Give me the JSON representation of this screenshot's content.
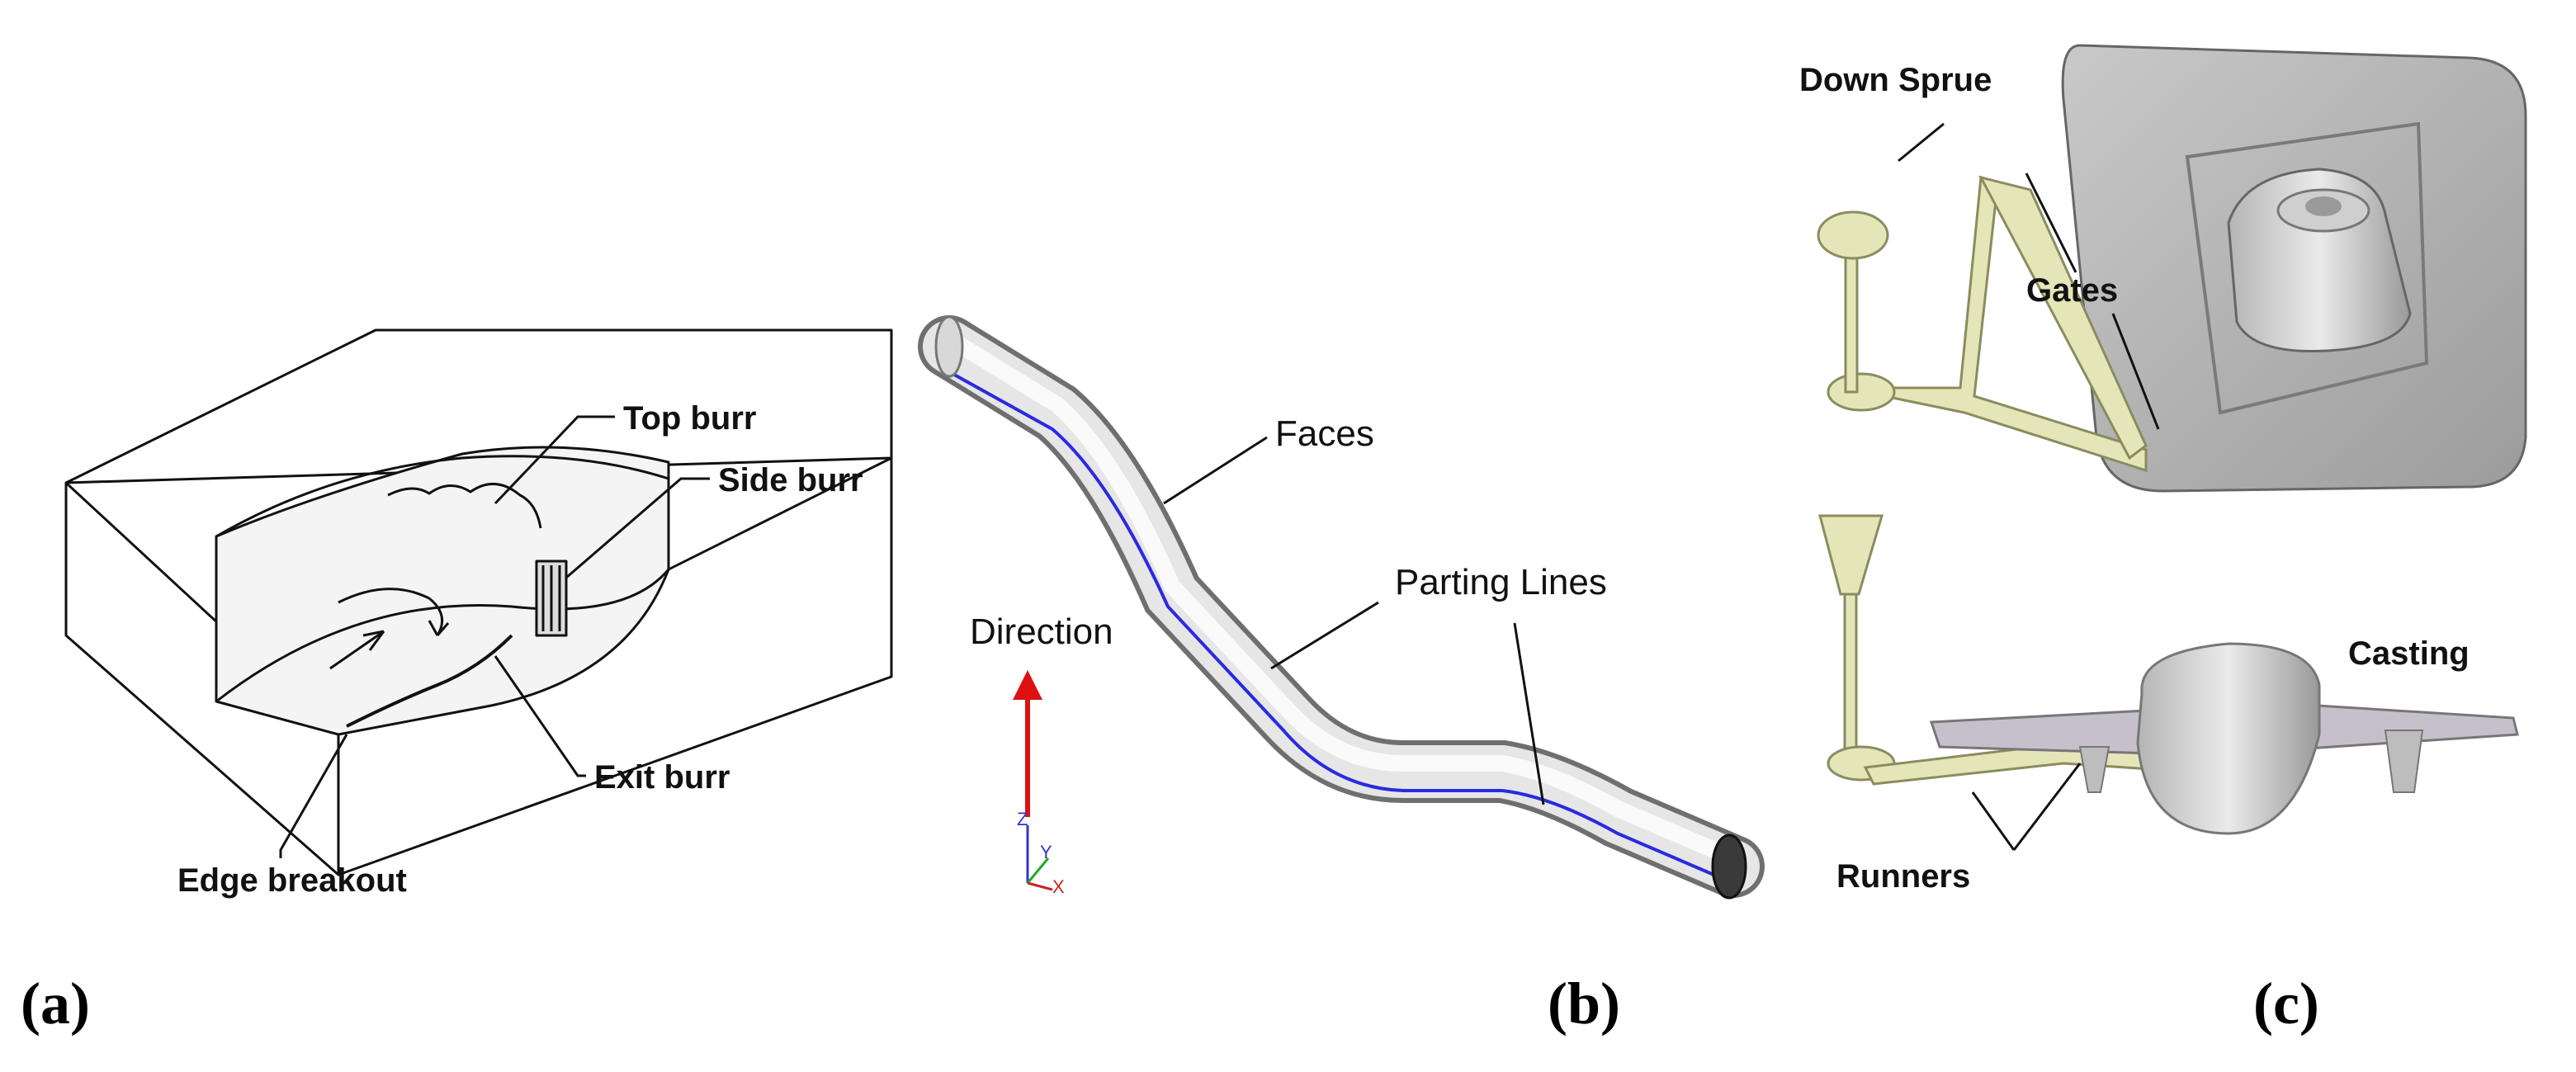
{
  "panel_a": {
    "letter": "(a)",
    "labels": {
      "top_burr": "Top burr",
      "side_burr": "Side burr",
      "exit_burr": "Exit burr",
      "edge_breakout": "Edge breakout"
    }
  },
  "panel_b": {
    "letter": "(b)",
    "labels": {
      "faces": "Faces",
      "parting_lines": "Parting Lines",
      "direction": "Direction"
    },
    "axes": {
      "z": "Z",
      "y": "Y",
      "x": "X"
    }
  },
  "panel_c": {
    "letter": "(c)",
    "labels": {
      "down_sprue": "Down Sprue",
      "gates": "Gates",
      "casting": "Casting",
      "runners": "Runners"
    }
  },
  "colors": {
    "parting_line": "#2a2ae0",
    "direction_arrow": "#dd1111",
    "gating": "#e4e6b8",
    "casting": "#b8b8b8"
  }
}
